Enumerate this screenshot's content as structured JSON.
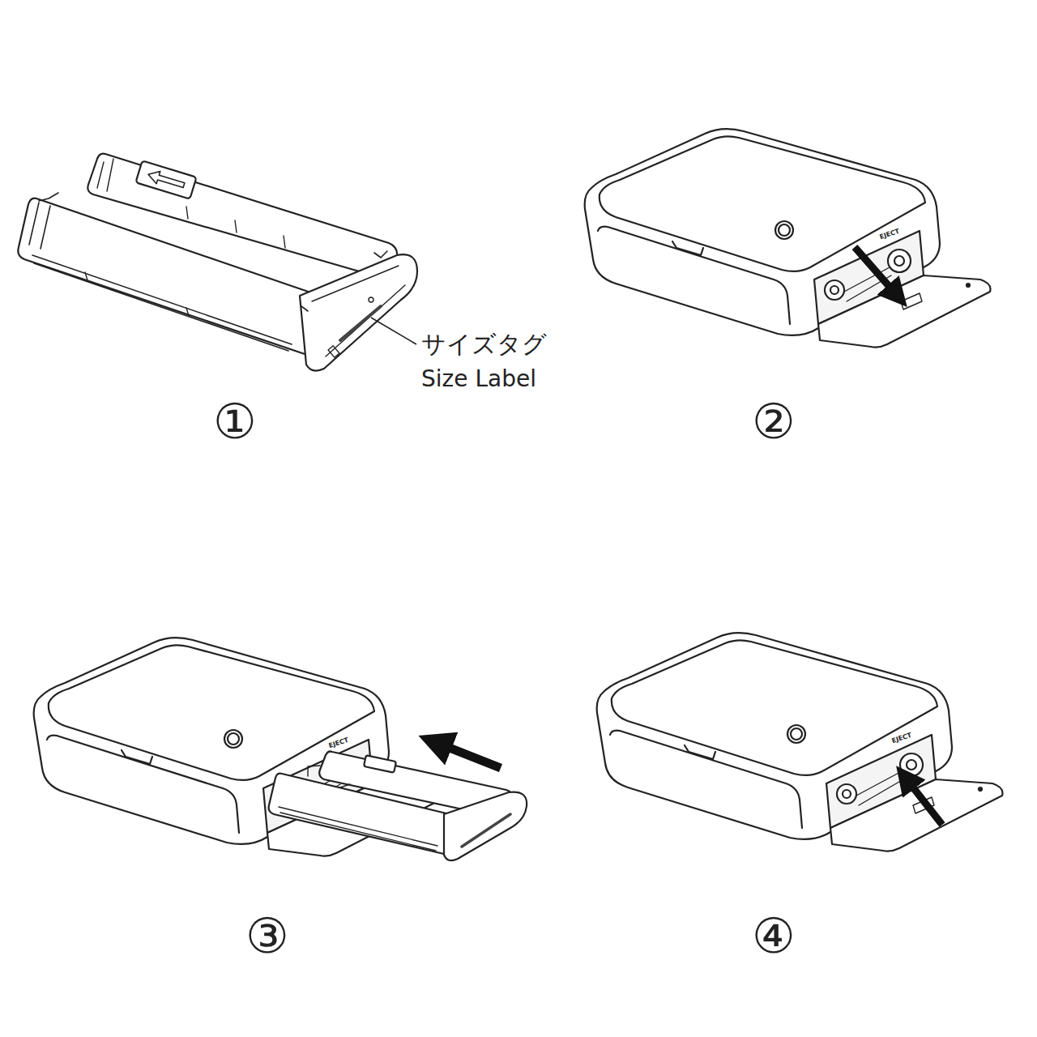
{
  "diagram": {
    "labels": [
      "サイズタグ",
      "Size Label",
      "①",
      "②",
      "③",
      "④",
      "EJECT",
      "EJECT",
      "EJECT"
    ]
  }
}
